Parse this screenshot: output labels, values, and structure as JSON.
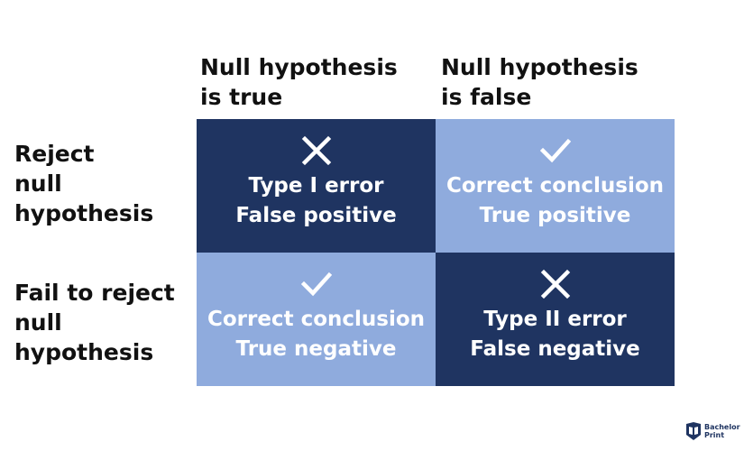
{
  "columns": [
    {
      "line1": "Null hypothesis",
      "line2": "is true"
    },
    {
      "line1": "Null hypothesis",
      "line2": "is false"
    }
  ],
  "rows": [
    {
      "line1": "Reject",
      "line2": "null hypothesis"
    },
    {
      "line1": "Fail to reject",
      "line2": "null hypothesis"
    }
  ],
  "cells": [
    {
      "icon": "cross-icon",
      "line1": "Type I error",
      "line2": "False positive",
      "color": "#1f3461"
    },
    {
      "icon": "check-icon",
      "line1": "Correct conclusion",
      "line2": "True positive",
      "color": "#8fabdd"
    },
    {
      "icon": "check-icon",
      "line1": "Correct conclusion",
      "line2": "True negative",
      "color": "#8fabdd"
    },
    {
      "icon": "cross-icon",
      "line1": "Type II error",
      "line2": "False negative",
      "color": "#1f3461"
    }
  ],
  "logo": {
    "word1": "Bachelor",
    "word2": "Print"
  }
}
